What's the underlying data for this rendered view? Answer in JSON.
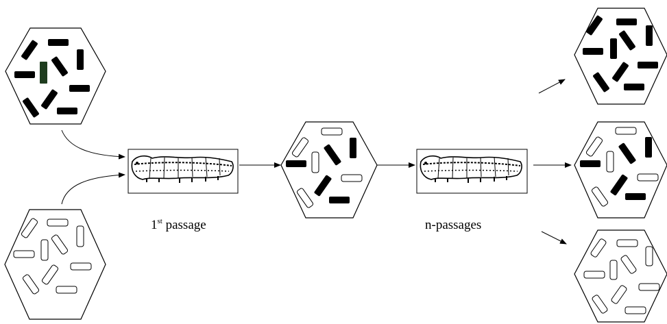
{
  "labels": {
    "first_passage_num": "1",
    "first_passage_sup": "st",
    "first_passage_text": " passage",
    "n_passages": "n-passages"
  },
  "colors": {
    "filled_rod": "#000000",
    "marked_rod": "#1f3d1f",
    "outline": "#000000",
    "background": "#ffffff"
  },
  "icons": {
    "host": "caterpillar-icon"
  },
  "populations": {
    "input_dark": "all dark rods with one green rod",
    "input_light": "all open rods",
    "mixed_after_first_passage": "mix of dark and open rods",
    "outcome_top": "all dark rods",
    "outcome_middle": "mix of dark and open rods",
    "outcome_bottom": "all open rods"
  }
}
